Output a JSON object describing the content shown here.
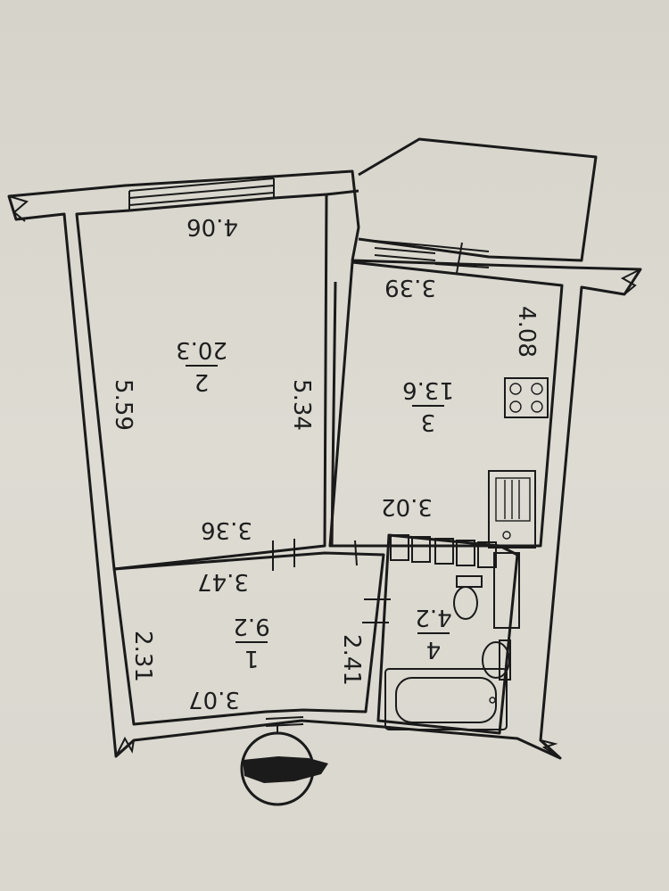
{
  "rooms": [
    {
      "number": "1",
      "area": "9.2"
    },
    {
      "number": "2",
      "area": "20.3"
    },
    {
      "number": "3",
      "area": "13.6"
    },
    {
      "number": "4",
      "area": "4.2"
    }
  ],
  "dimensions": {
    "room2_top": "4.06",
    "room2_left": "5.59",
    "room2_right": "5.34",
    "room2_bottom": "3.36",
    "room3_top": "3.39",
    "room3_right": "4.08",
    "room3_bottom": "3.02",
    "room1_top": "3.47",
    "room1_left": "2.31",
    "room1_right": "2.41",
    "room1_bottom": "3.07"
  }
}
